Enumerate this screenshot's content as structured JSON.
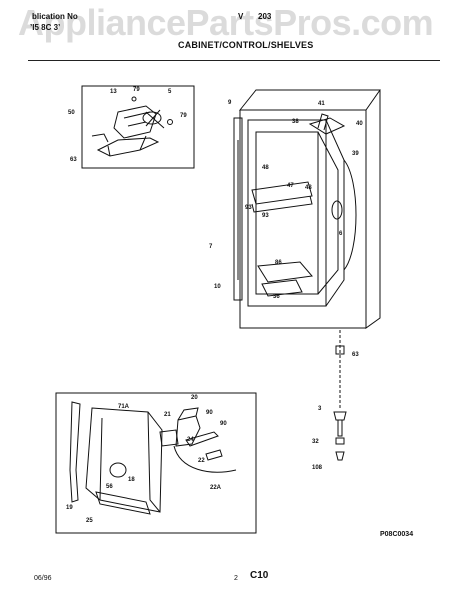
{
  "header": {
    "publication_label": "blication No",
    "publication_value": "’I5 8C 3’",
    "model_label": "V",
    "model_value": "203",
    "title": "CABINET/CONTROL/SHELVES"
  },
  "watermark": "AppliancePartsPros.com",
  "callouts": {
    "c13": "13",
    "c79a": "79",
    "c5": "5",
    "c50": "50",
    "c79b": "79",
    "c63a": "63",
    "c9": "9",
    "c41": "41",
    "c38": "38",
    "c40": "40",
    "c39": "39",
    "c48a": "48",
    "c47": "47",
    "c48b": "48",
    "c93a": "93",
    "c93b": "93",
    "c7": "7",
    "c6": "6",
    "c86": "86",
    "c10": "10",
    "c36": "36",
    "c63b": "63",
    "c71a": "71A",
    "c20": "20",
    "c21": "21",
    "c90a": "90",
    "c90b": "90",
    "c24": "24",
    "c22": "22",
    "c18": "18",
    "c56": "56",
    "c22a": "22A",
    "c19": "19",
    "c25": "25",
    "c3": "3",
    "c32": "32",
    "c108": "108"
  },
  "footer": {
    "code": "P08C0034",
    "date": "06/96",
    "page_num": "2",
    "section": "C10"
  }
}
